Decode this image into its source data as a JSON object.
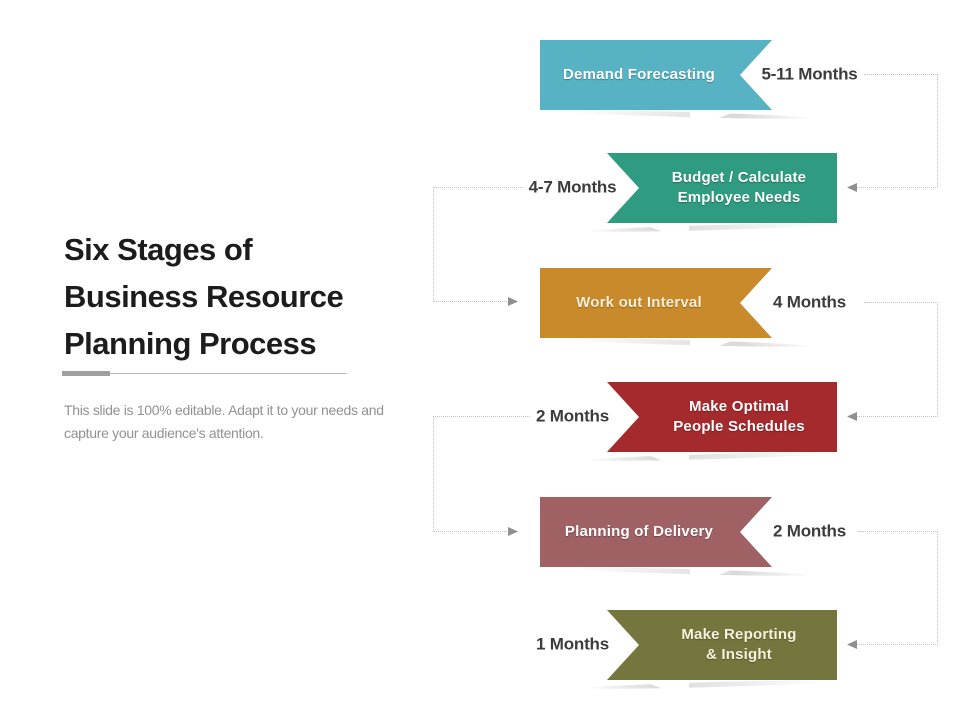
{
  "slide": {
    "title_lines": [
      "Six Stages of",
      "Business Resource",
      "Planning Process"
    ],
    "subtitle": "This slide is 100% editable. Adapt it to your needs and capture your audience's attention."
  },
  "theme": {
    "background": "#FFFFFF",
    "title_color": "#1C1C1C",
    "subtitle_color": "#929292",
    "divider_thick_color": "#A0A0A0",
    "duration_color": "#3C3C3C",
    "connector_color": "#C2C2C2",
    "arrowhead_color": "#8F8F8F"
  },
  "stages": [
    {
      "label_line1": "Demand Forecasting",
      "duration": "5-11 Months",
      "color": "#57B2C4",
      "label_color": "#FFFFFF",
      "direction": "right"
    },
    {
      "label_line1": "Budget / Calculate",
      "label_line2": "Employee Needs",
      "duration": "4-7 Months",
      "color": "#2F9C81",
      "label_color": "#FFFFFF",
      "direction": "left"
    },
    {
      "label_line1": "Work out Interval",
      "duration": "4 Months",
      "color": "#C98A2B",
      "label_color": "#F7EFD8",
      "direction": "right"
    },
    {
      "label_line1": "Make Optimal",
      "label_line2": "People Schedules",
      "duration": "2 Months",
      "color": "#A52A2D",
      "label_color": "#FFFFFF",
      "direction": "left"
    },
    {
      "label_line1": "Planning of Delivery",
      "duration": "2 Months",
      "color": "#9F6163",
      "label_color": "#FFFFFF",
      "direction": "right"
    },
    {
      "label_line1": "Make Reporting",
      "label_line2": "& Insight",
      "duration": "1 Months",
      "color": "#75763D",
      "label_color": "#F6F2DC",
      "direction": "left"
    }
  ]
}
